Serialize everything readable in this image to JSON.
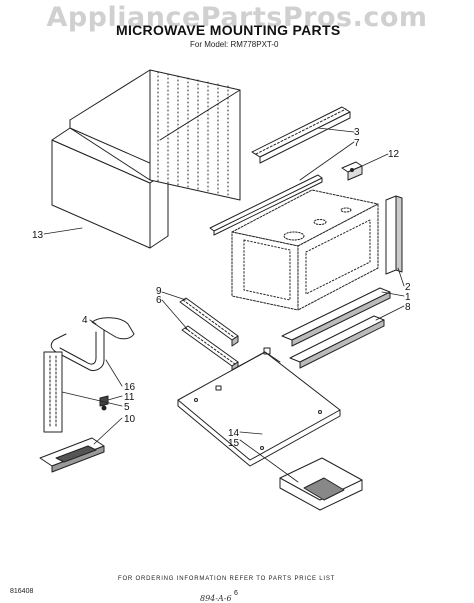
{
  "watermark": "AppliancePartsPros.com",
  "title": "MICROWAVE MOUNTING PARTS",
  "subtitle": "For Model: RM778PXT-0",
  "callouts": {
    "c13": "13",
    "c3": "3",
    "c7": "7",
    "c12": "12",
    "c2": "2",
    "c1": "1",
    "c8": "8",
    "c9": "9",
    "c6": "6",
    "c4": "4",
    "c16": "16",
    "c11": "11",
    "c5": "5",
    "c10": "10",
    "c14": "14",
    "c15": "15"
  },
  "footer": "FOR ORDERING INFORMATION REFER TO PARTS PRICE LIST",
  "page_number": "6",
  "doc_number": "816408",
  "handwritten_note": "894-A-6"
}
